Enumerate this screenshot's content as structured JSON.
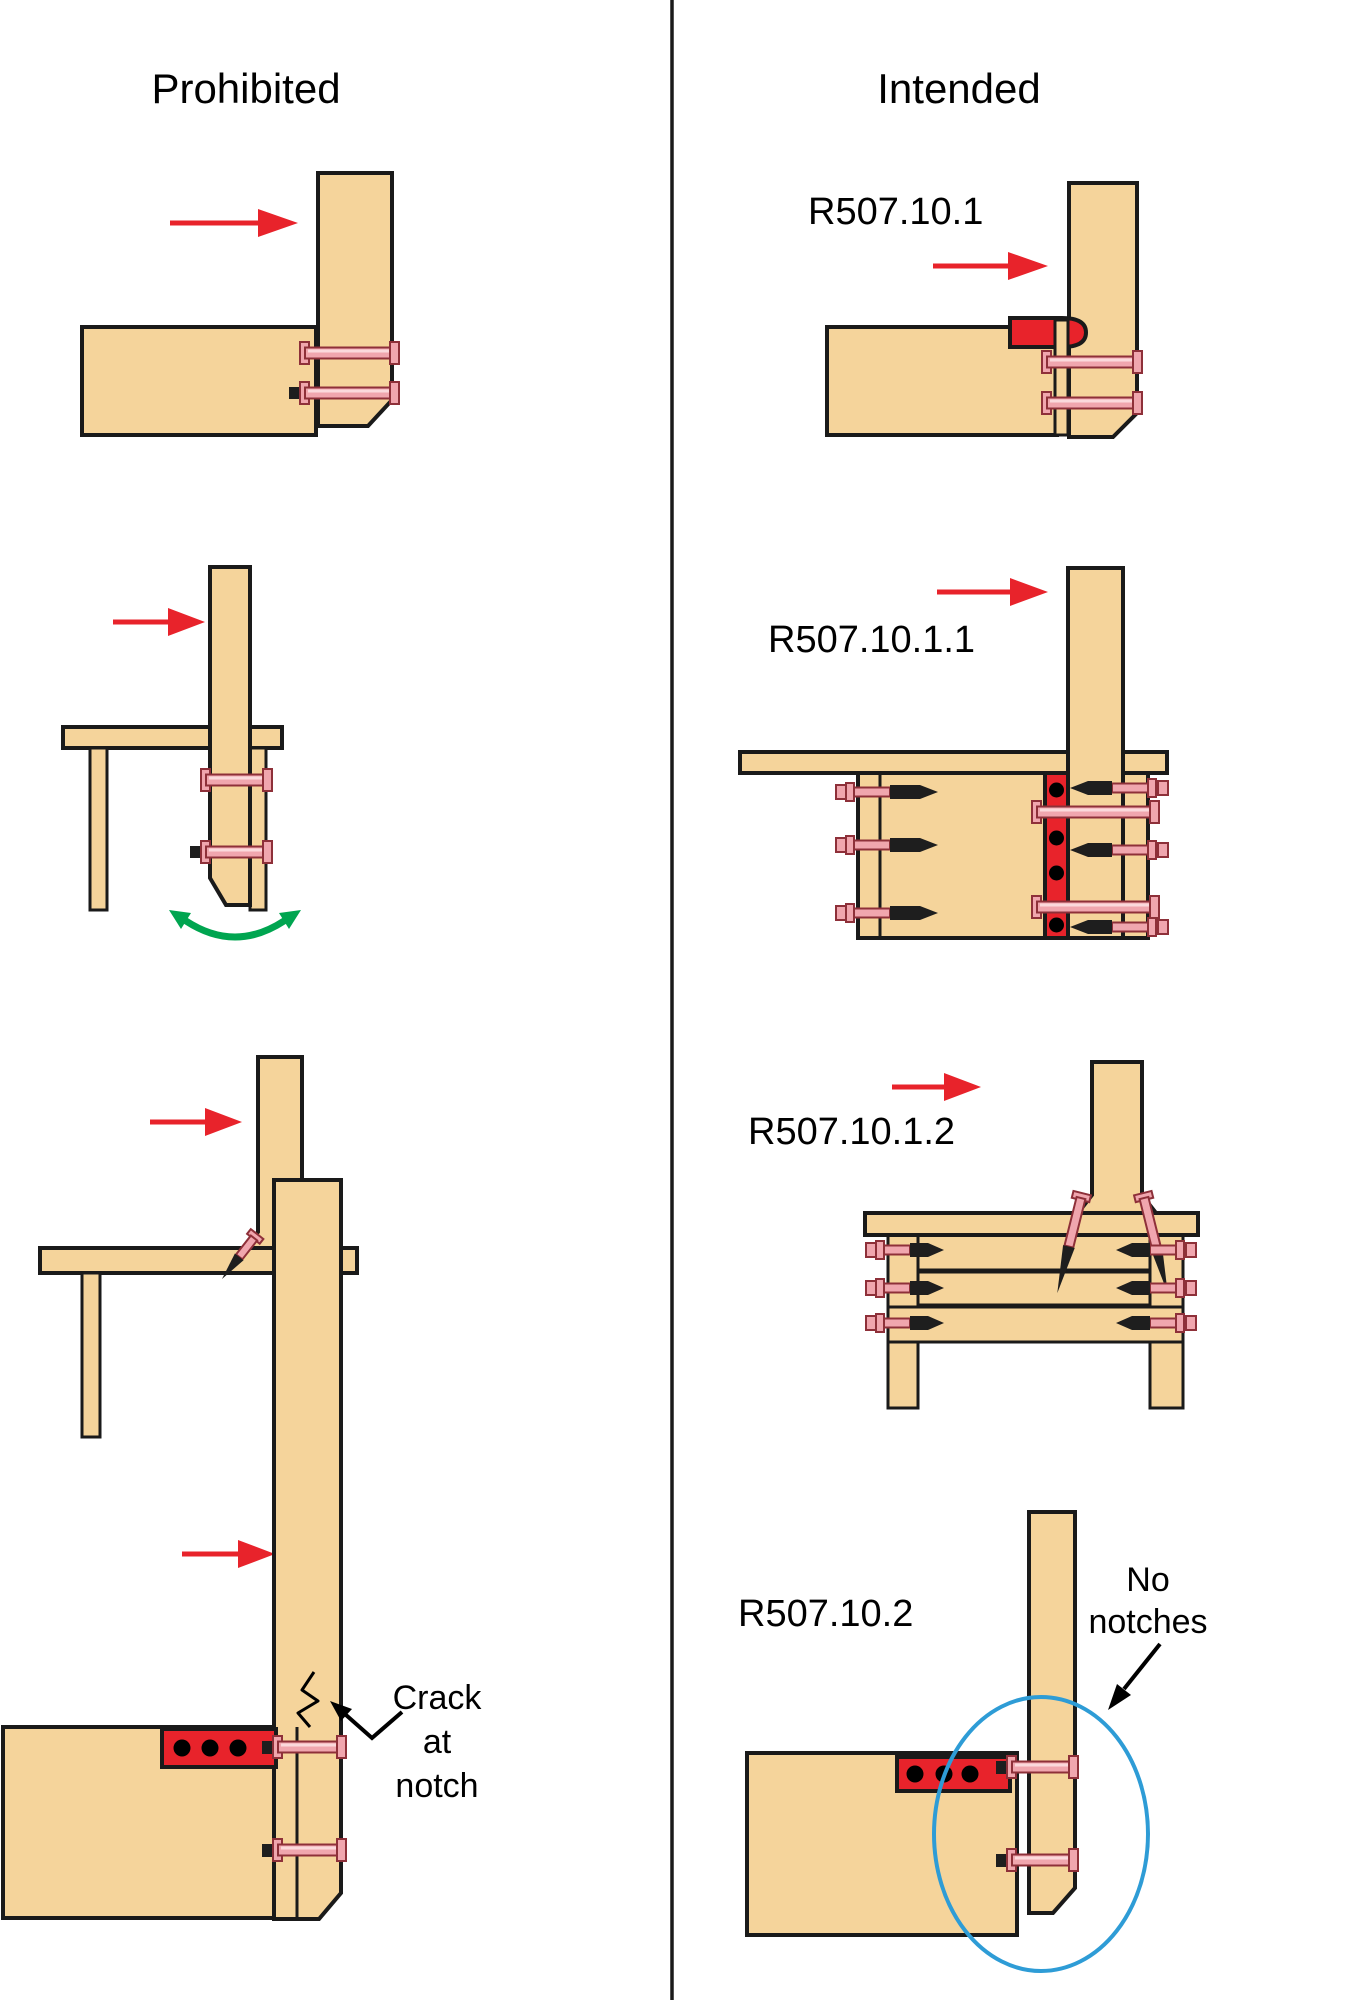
{
  "figure": {
    "left_column": {
      "title": "Prohibited"
    },
    "right_column": {
      "title": "Intended"
    },
    "code_labels": {
      "row1": "R507.10.1",
      "row2": "R507.10.1.1",
      "row3": "R507.10.1.2",
      "row4": "R507.10.2"
    },
    "annotations": {
      "crack_at_notch": {
        "line1": "Crack",
        "line2": "at",
        "line3": "notch"
      },
      "no_notches": {
        "line1": "No",
        "line2": "notches"
      }
    },
    "colors": {
      "wood": "#F5D49B",
      "outline": "#1A1A1A",
      "red": "#E8232B",
      "bolt-pink": "#F0A6AE",
      "bolt-dark": "#8E3039",
      "bolt-light": "#FBD9DC",
      "hardware-black": "#1E1E1E",
      "green": "#00A550",
      "blue": "#2E9CD6",
      "text": "#000000",
      "background": "#FFFFFF"
    }
  }
}
